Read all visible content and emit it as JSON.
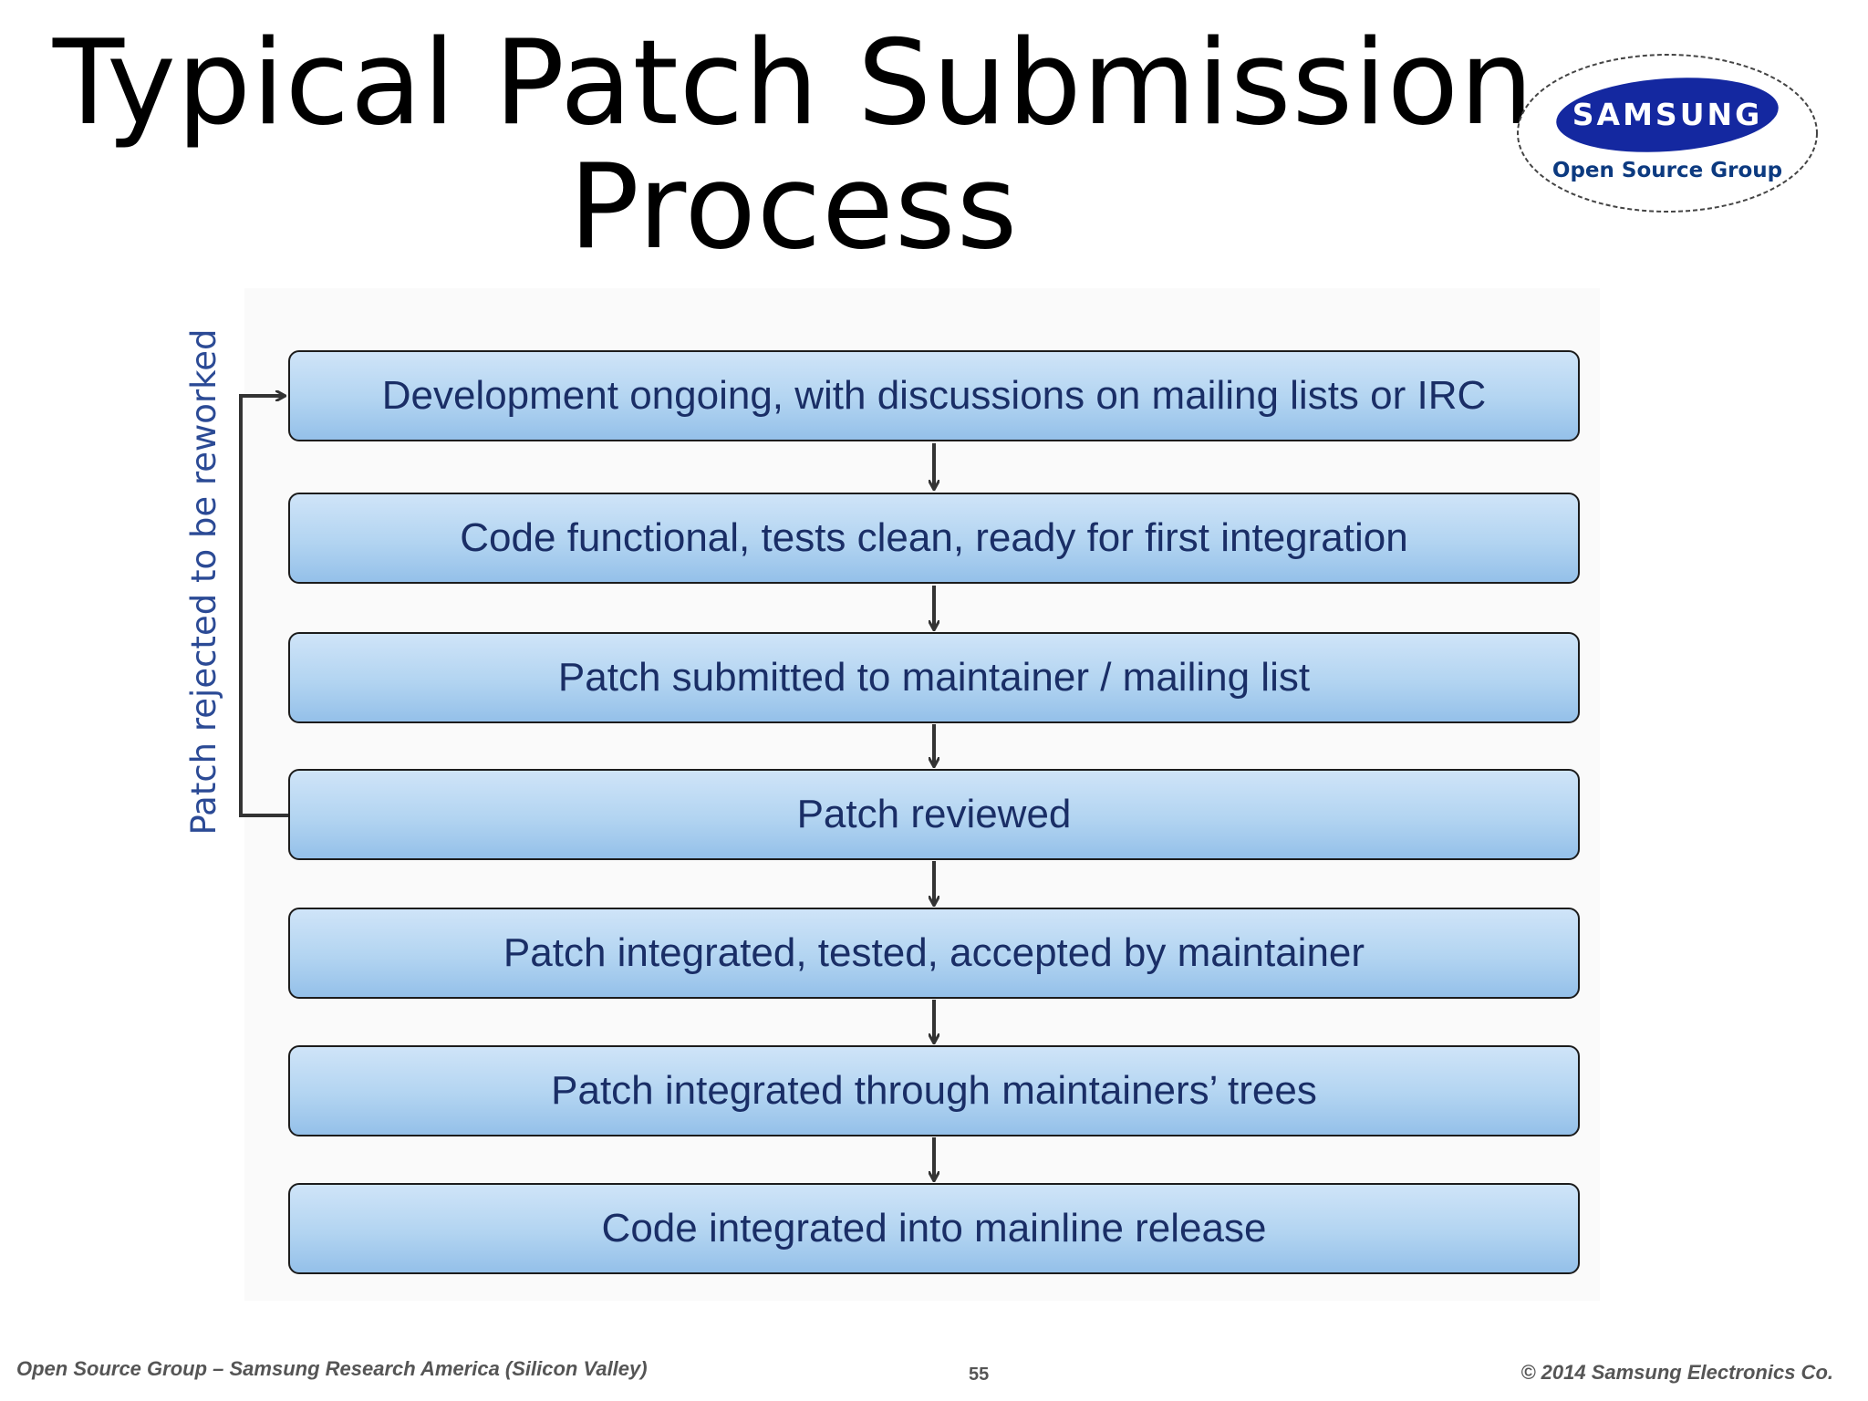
{
  "title": {
    "line1": "Typical Patch Submission",
    "line2": "Process"
  },
  "logo": {
    "wordmark": "SAMSUNG",
    "subtitle": "Open Source Group",
    "brand_color": "#1428a0"
  },
  "steps": [
    "Development ongoing, with discussions on mailing lists or IRC",
    "Code functional, tests clean, ready for first integration",
    "Patch submitted to maintainer / mailing list",
    "Patch reviewed",
    "Patch integrated, tested, accepted by maintainer",
    "Patch integrated through maintainers’ trees",
    "Code integrated into mainline release"
  ],
  "rework_loop": {
    "label": "Patch rejected to be reworked",
    "from_step": 4,
    "to_step": 1
  },
  "footer": {
    "left": "Open Source Group –  Samsung Research America (Silicon Valley)",
    "page_number": "55",
    "right": "© 2014 Samsung Electronics Co."
  },
  "colors": {
    "box_fill_top": "#cfe4f8",
    "box_fill_bottom": "#94c0e9",
    "box_text": "#1a2e66",
    "rework_label": "#2b4a95",
    "arrow": "#333333"
  }
}
